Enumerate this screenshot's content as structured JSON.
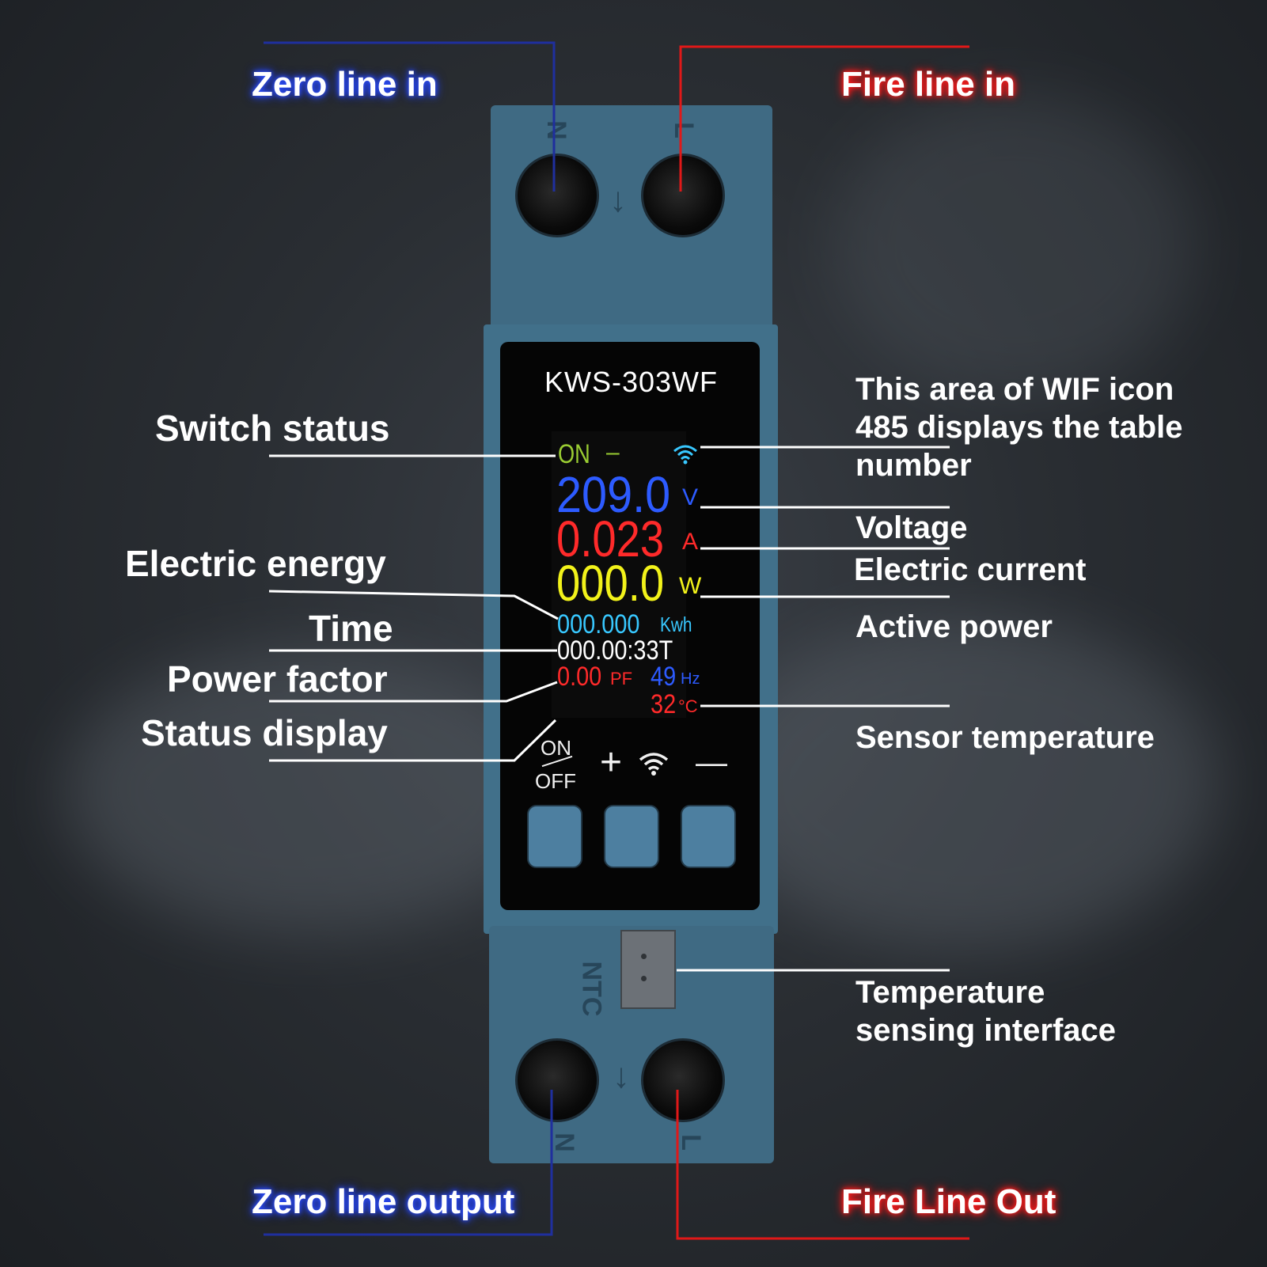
{
  "device": {
    "model": "KWS-303WF",
    "terminal_top_left_mark": "N",
    "terminal_top_right_mark": "L",
    "terminal_bottom_left_mark": "N",
    "terminal_bottom_right_mark": "L",
    "ntc_mark": "NTC",
    "arrow_glyph": "↓",
    "display": {
      "switch_state": "ON",
      "status_dash": "–",
      "voltage": "209.0",
      "voltage_unit": "V",
      "current": "0.023",
      "current_unit": "A",
      "power": "000.0",
      "power_unit": "W",
      "energy": "000.000",
      "energy_unit": "Kwh",
      "time": "000.00:33T",
      "power_factor": "0.00",
      "power_factor_unit": "PF",
      "frequency": "49",
      "frequency_unit": "Hz",
      "temperature": "32",
      "temperature_unit": "°C"
    },
    "buttons": {
      "onoff_top": "ON",
      "onoff_bottom": "OFF",
      "plus_glyph": "+",
      "minus_glyph": "—"
    }
  },
  "labels": {
    "zero_line_in": "Zero line in",
    "fire_line_in": "Fire line in",
    "switch_status": "Switch status",
    "wifi_area_line1": "This area of WIF icon",
    "wifi_area_line2": "485 displays the table",
    "wifi_area_line3": "number",
    "voltage": "Voltage",
    "electric_energy": "Electric energy",
    "electric_current": "Electric current",
    "time": "Time",
    "active_power": "Active power",
    "power_factor": "Power factor",
    "status_display": "Status display",
    "sensor_temperature": "Sensor temperature",
    "temp_interface_line1": "Temperature",
    "temp_interface_line2": "sensing interface",
    "zero_line_output": "Zero line output",
    "fire_line_out": "Fire Line Out"
  },
  "colors": {
    "zero_line": "#1f2f9e",
    "fire_line": "#e01818",
    "leader": "#ffffff",
    "lcd_on": "#9acd32",
    "lcd_voltage": "#2d5bff",
    "lcd_current": "#ff2a2a",
    "lcd_power": "#f2f21a",
    "lcd_energy": "#38c8ff",
    "lcd_time": "#ffffff",
    "lcd_pf": "#ff2a2a",
    "lcd_hz": "#2d5bff",
    "lcd_temp": "#ff2a2a",
    "lcd_wifi": "#38c8ff"
  }
}
